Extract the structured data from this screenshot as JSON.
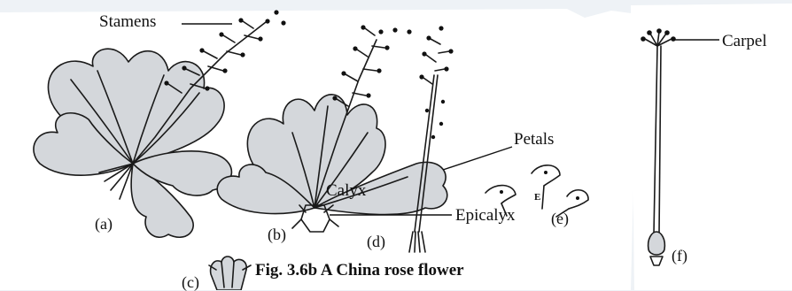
{
  "figure": {
    "caption": "Fig. 3.6b A China rose flower",
    "labels": {
      "stamens": "Stamens",
      "carpel": "Carpel",
      "petals": "Petals",
      "calyx": "Calyx",
      "epicalyx": "Epicalyx",
      "e_mark": "E"
    },
    "parts": {
      "a": "(a)",
      "b": "(b)",
      "c": "(c)",
      "d": "(d)",
      "e": "(e)",
      "f": "(f)"
    }
  },
  "colors": {
    "ink": "#1a1a1a",
    "paper": "#ffffff",
    "background": "#eef2f6"
  }
}
